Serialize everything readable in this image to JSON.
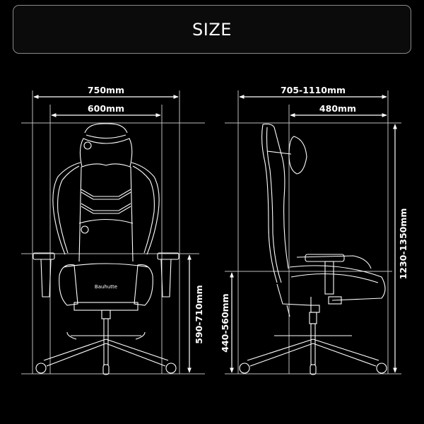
{
  "header": {
    "title": "SIZE"
  },
  "front_view": {
    "overall_width": "750mm",
    "seat_width": "600mm",
    "armrest_height": "590-710mm",
    "brand_mark": "Bauhutte"
  },
  "side_view": {
    "depth_range": "705-1110mm",
    "seat_depth": "480mm",
    "seat_height": "440-560mm",
    "total_height": "1230-1350mm"
  },
  "colors": {
    "background": "#000000",
    "line": "#ffffff",
    "guide": "#bdbdbd",
    "title_border": "#8a8a8a"
  }
}
